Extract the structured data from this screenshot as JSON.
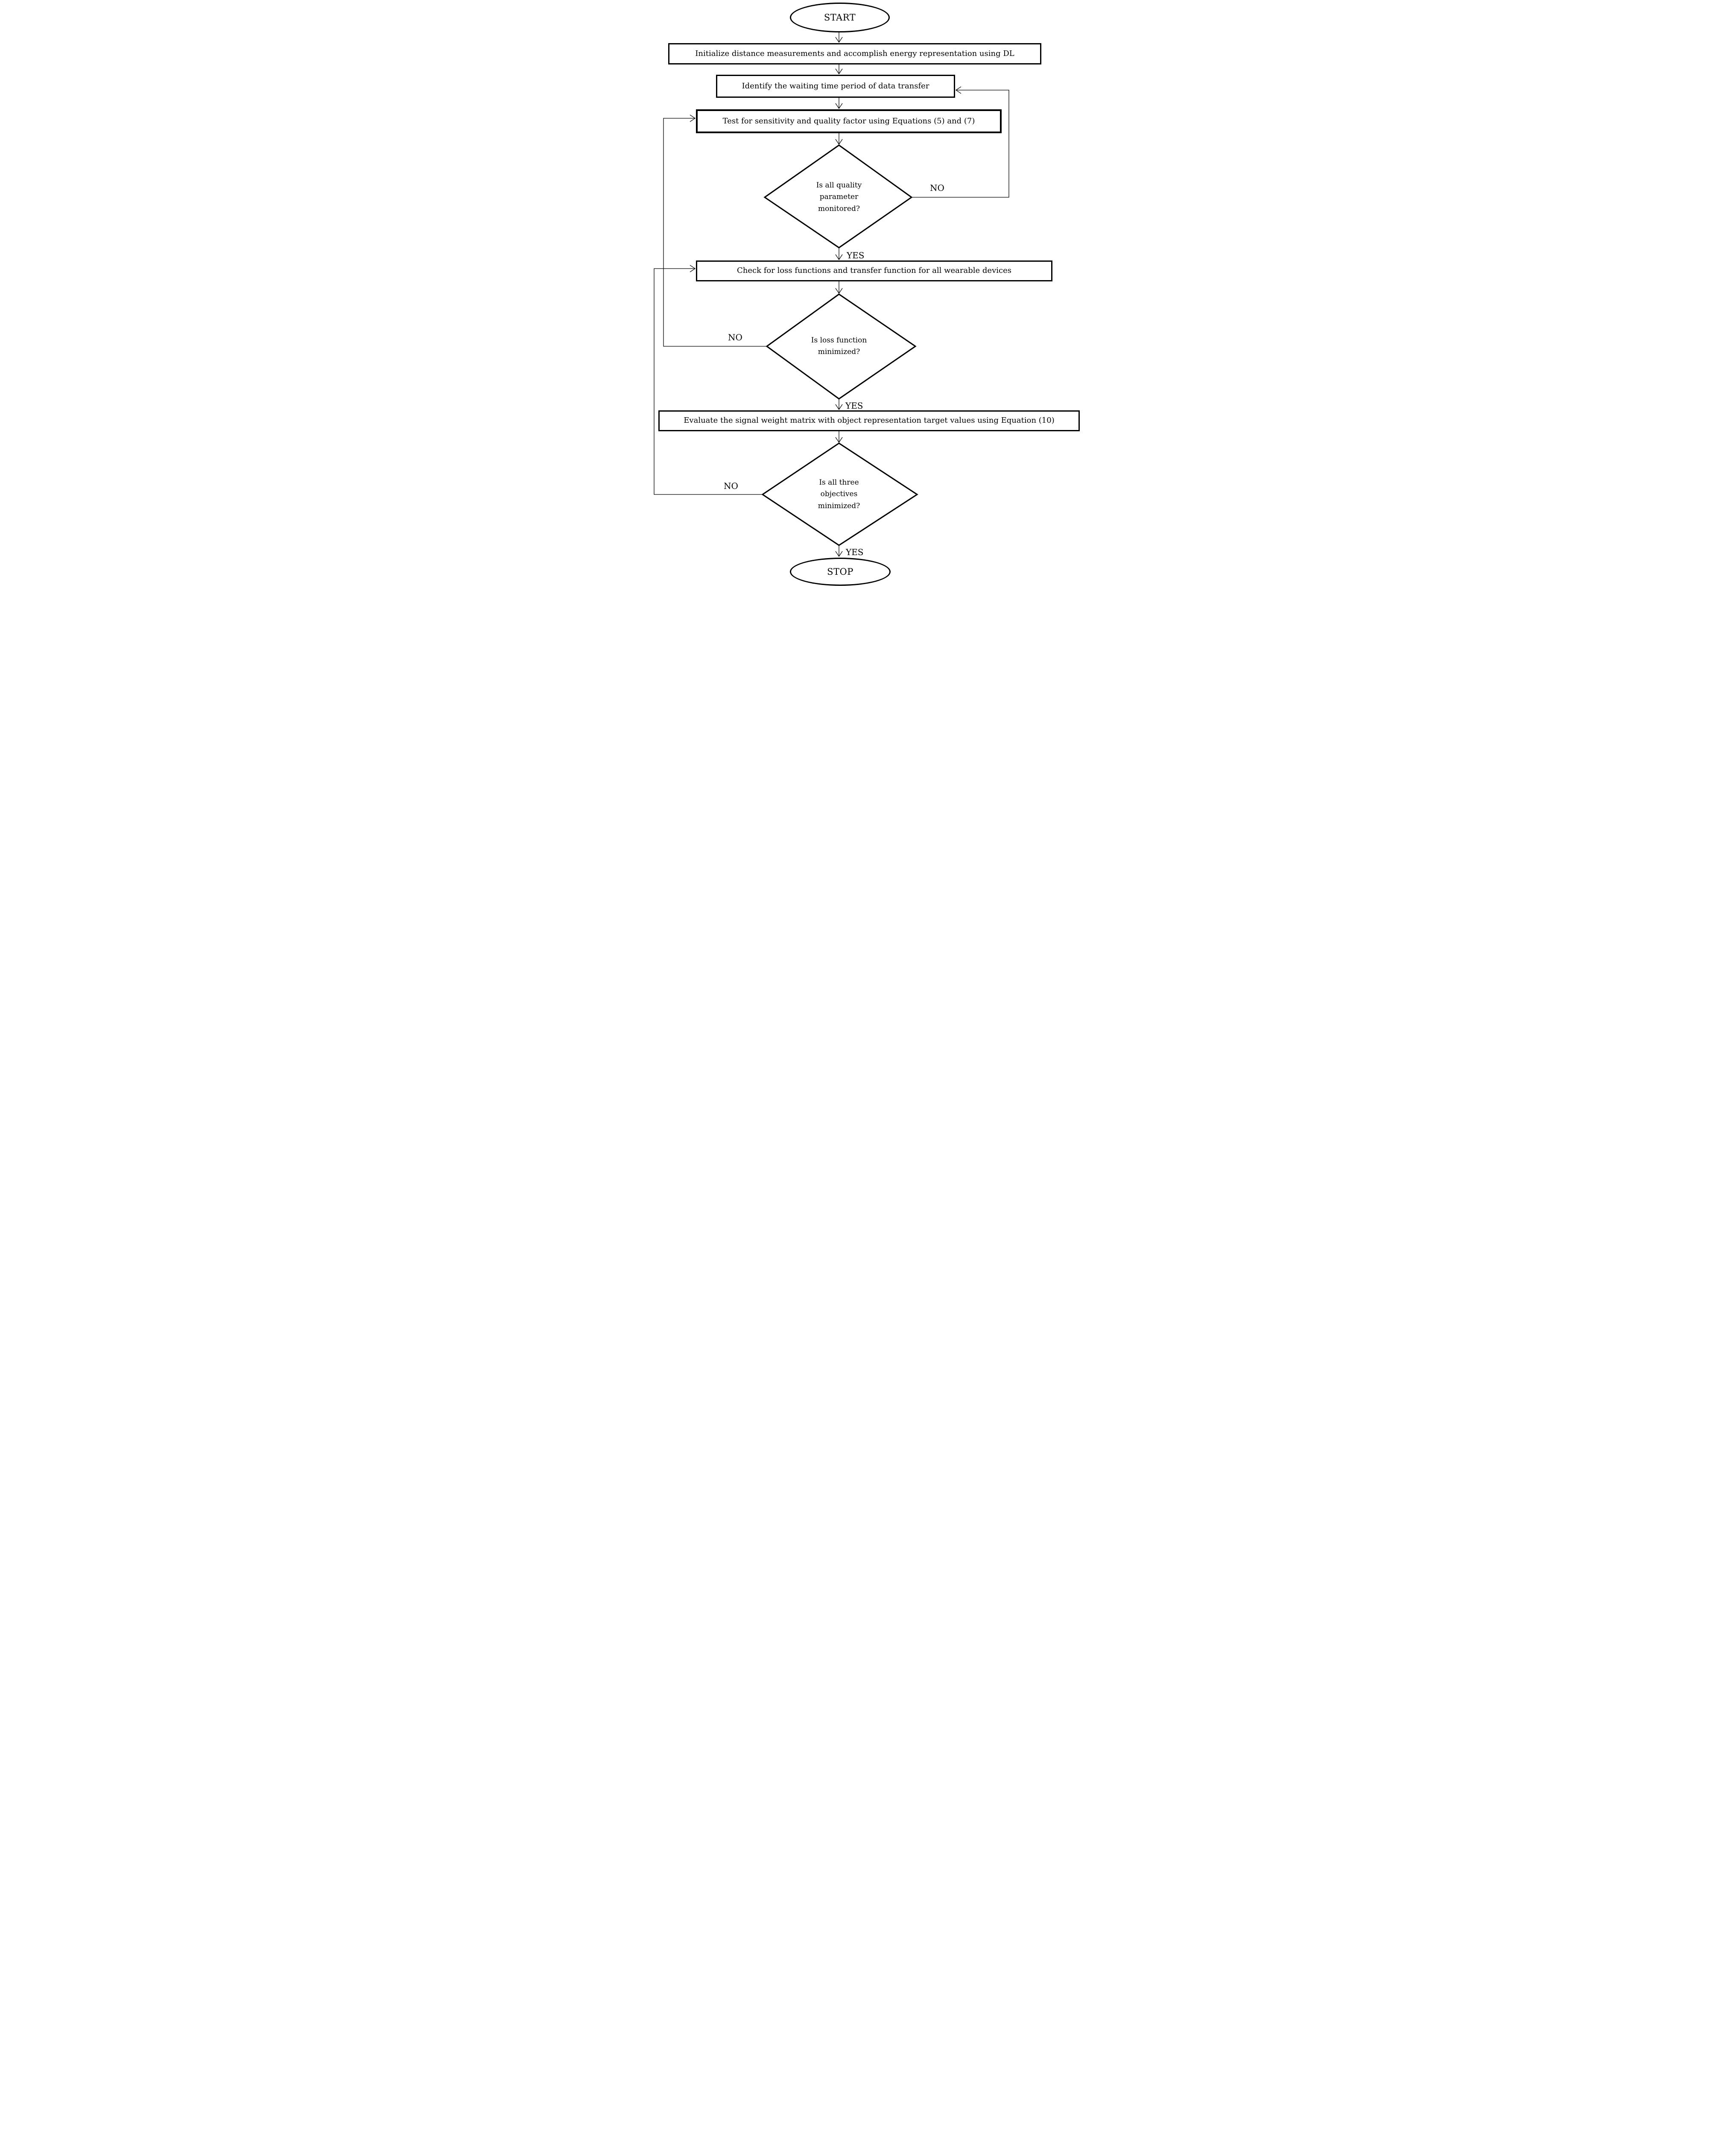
{
  "colors": {
    "ink": "#000000",
    "background": "#ffffff"
  },
  "terminals": {
    "start_label": "START",
    "stop_label": "STOP"
  },
  "steps": [
    {
      "label": "Initialize distance measurements and accomplish energy representation using DL"
    },
    {
      "label": "Identify the waiting time period of data transfer"
    },
    {
      "label": "Test for sensitivity and quality factor using Equations (5) and (7)"
    },
    {
      "label": "Check for loss functions and transfer function for all wearable devices"
    },
    {
      "label": "Evaluate the signal weight matrix with object representation target values using Equation (10)"
    }
  ],
  "decisions": [
    {
      "question": "Is all quality parameter monitored?",
      "lines": [
        "Is all quality",
        "parameter",
        "monitored?"
      ],
      "no_label": "NO",
      "yes_label": "YES"
    },
    {
      "question": "Is loss function minimized?",
      "lines": [
        "Is loss function",
        "minimized?"
      ],
      "no_label": "NO",
      "yes_label": "YES"
    },
    {
      "question": "Is all three objectives minimized?",
      "lines": [
        "Is all three",
        "objectives",
        "minimized?"
      ],
      "no_label": "NO",
      "yes_label": "YES"
    }
  ]
}
